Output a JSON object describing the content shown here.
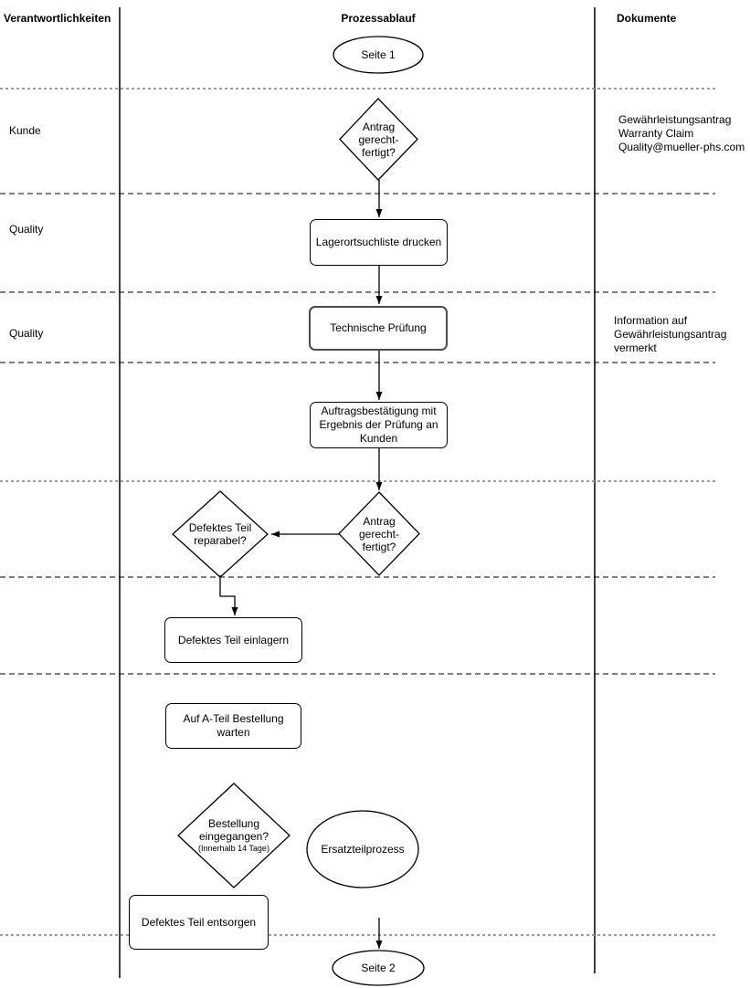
{
  "header": {
    "responsibilities": "Verantwortlichkeiten",
    "process": "Prozessablauf",
    "documents": "Dokumente"
  },
  "roles": {
    "row1": "Kunde",
    "row2": "Quality",
    "row3": "Quality"
  },
  "documents": {
    "warranty": "Gewährleistungsantrag\nWarranty Claim\nQuality@mueller-phs.com",
    "info": "Information auf\nGewährleistungsantrag\nvermerkt"
  },
  "nodes": {
    "start": "Seite 1",
    "decision_claim_1": "Antrag\ngerecht-\nfertigt?",
    "print_list": "Lagerortsuchliste drucken",
    "tech_check": "Technische Prüfung",
    "order_confirm": "Auftragsbestätigung mit\nErgebnis der Prüfung an\nKunden",
    "decision_repairable": "Defektes Teil\nreparabel?",
    "decision_claim_2": "Antrag\ngerecht-\nfertigt?",
    "store_part": "Defektes Teil einlagern",
    "wait_order": "Auf A-Teil Bestellung\nwarten",
    "decision_order": "Bestellung\neingegangen?",
    "decision_order_note": "(Innerhalb 14 Tage)",
    "spare_process": "Ersatzteilprozess",
    "dispose_part": "Defektes Teil entsorgen",
    "end": "Seite 2"
  },
  "colors": {
    "stroke": "#000000",
    "dashed_gray": "#9c9c9c",
    "background": "#ffffff"
  }
}
